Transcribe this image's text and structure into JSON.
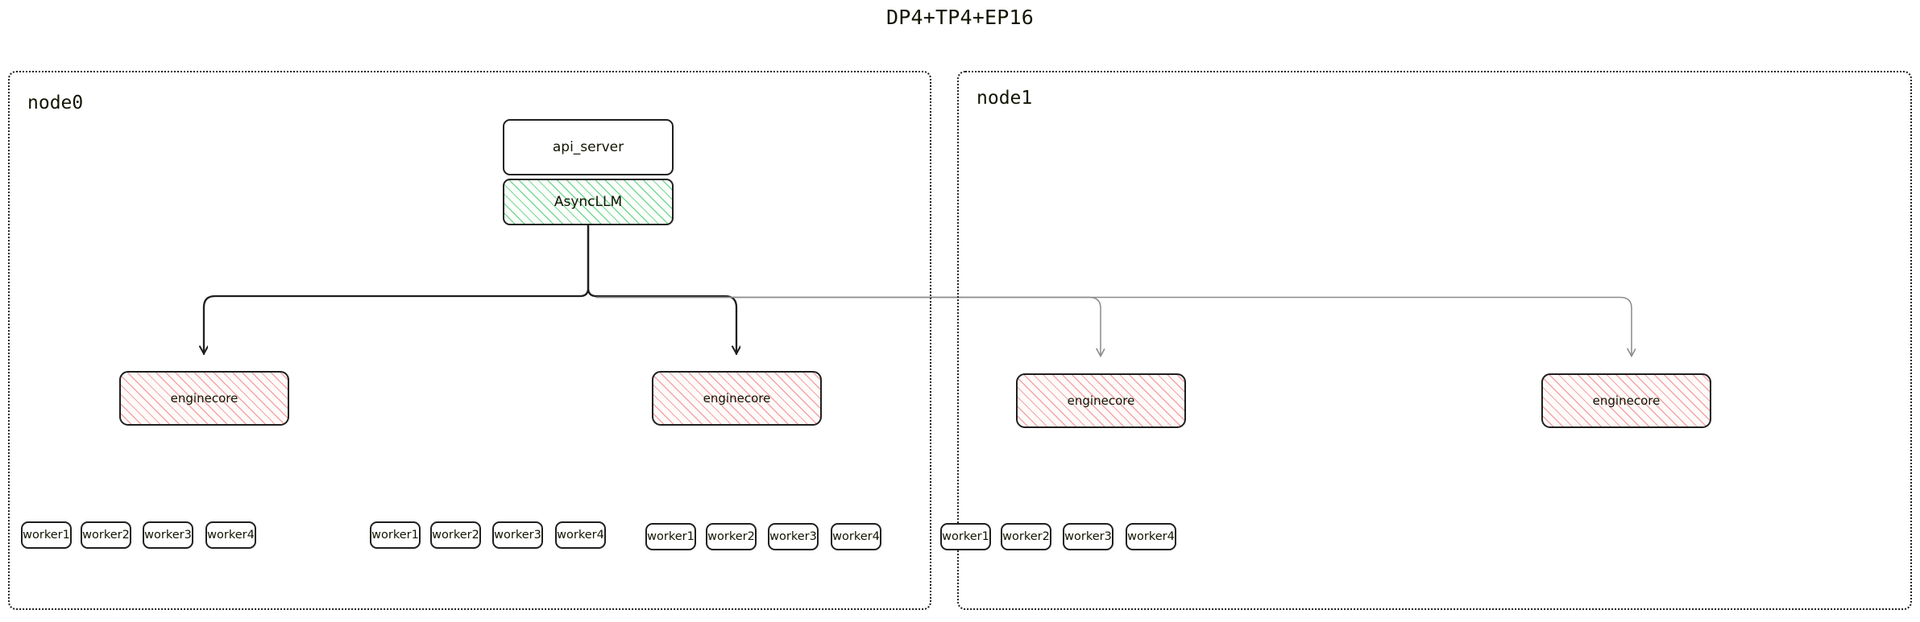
{
  "title": "DP4+TP4+EP16",
  "colors": {
    "stroke": "#1f1f1f",
    "text": "#131300",
    "edge_primary": "#1f1f1f",
    "edge_secondary": "#8a8a8a",
    "hatch_green": "#70d68f",
    "hatch_pink": "#f09696",
    "background": "#ffffff"
  },
  "subgraphs": [
    {
      "id": "node0",
      "label": "node0"
    },
    {
      "id": "node1",
      "label": "node1"
    }
  ],
  "nodes": {
    "api_server": {
      "label": "api_server"
    },
    "async_llm": {
      "label": "AsyncLLM"
    },
    "enginecores": [
      {
        "label": "enginecore"
      },
      {
        "label": "enginecore"
      },
      {
        "label": "enginecore"
      },
      {
        "label": "enginecore"
      }
    ]
  },
  "worker_groups": [
    {
      "group": 0,
      "workers": [
        {
          "label": "worker1"
        },
        {
          "label": "worker2"
        },
        {
          "label": "worker3"
        },
        {
          "label": "worker4"
        }
      ]
    },
    {
      "group": 1,
      "workers": [
        {
          "label": "worker1"
        },
        {
          "label": "worker2"
        },
        {
          "label": "worker3"
        },
        {
          "label": "worker4"
        }
      ]
    },
    {
      "group": 2,
      "workers": [
        {
          "label": "worker1"
        },
        {
          "label": "worker2"
        },
        {
          "label": "worker3"
        },
        {
          "label": "worker4"
        }
      ]
    },
    {
      "group": 3,
      "workers": [
        {
          "label": "worker1"
        },
        {
          "label": "worker2"
        },
        {
          "label": "worker3"
        },
        {
          "label": "worker4"
        }
      ]
    }
  ],
  "edges": [
    {
      "from": "async_llm",
      "to": "enginecore-0",
      "style": "solid-dark"
    },
    {
      "from": "async_llm",
      "to": "enginecore-1",
      "style": "solid-dark"
    },
    {
      "from": "async_llm",
      "to": "enginecore-2",
      "style": "solid-light"
    },
    {
      "from": "async_llm",
      "to": "enginecore-3",
      "style": "solid-light"
    }
  ]
}
